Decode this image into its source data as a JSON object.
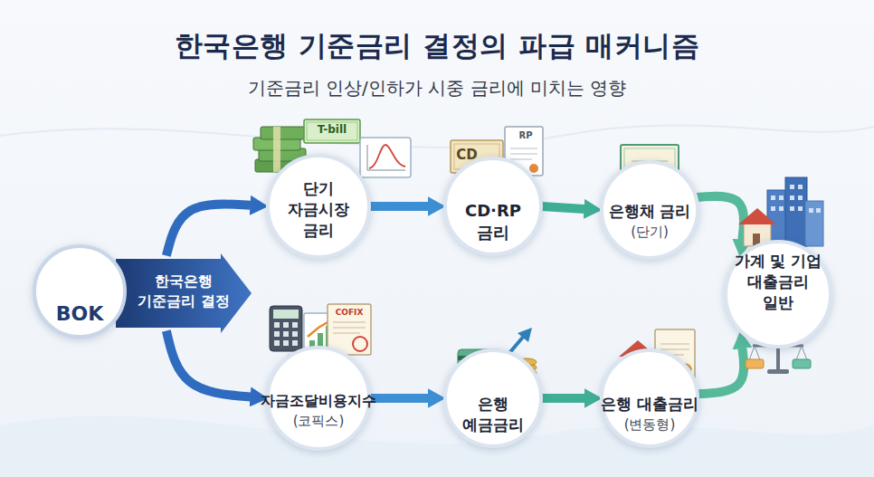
{
  "diagram": {
    "title": "한국은행 기준금리 결정의 파급 매커니즘",
    "nodes": [
      {
        "text": [
          "BOK"
        ]
      },
      {
        "text": [
          "한국은행 기준금리 결정"
        ]
      },
      {
        "text": [
          "단기 자금시장 금리"
        ]
      },
      {
        "text": [
          "CD·RP 금리"
        ]
      },
      {
        "text": [
          "은행채 금리",
          "(단기)"
        ]
      },
      {
        "text": [
          "가계 및 기업 대출금리 일반"
        ]
      },
      {
        "text": [
          "자금조달비용지수",
          "(코픽스)"
        ]
      },
      {
        "text": [
          "은행 예금금리"
        ]
      },
      {
        "text": [
          "은행 대출금리",
          "(변동형)"
        ]
      }
    ],
    "edges": [
      {
        "from": 1,
        "to": 2,
        "arrow": "to"
      },
      {
        "from": 1,
        "to": 6,
        "arrow": "to"
      },
      {
        "from": 2,
        "to": 3,
        "arrow": "to"
      },
      {
        "from": 3,
        "to": 4,
        "arrow": "to"
      },
      {
        "from": 4,
        "to": 5,
        "arrow": "to"
      },
      {
        "from": 6,
        "to": 7,
        "arrow": "to"
      },
      {
        "from": 7,
        "to": 8,
        "arrow": "to"
      },
      {
        "from": 8,
        "to": 5,
        "arrow": "to"
      }
    ],
    "labels": [
      "기준금리 인상/인하가 시중 금리에 미치는 영향",
      "T-bill",
      "CD",
      "RP",
      "COFIX"
    ]
  }
}
